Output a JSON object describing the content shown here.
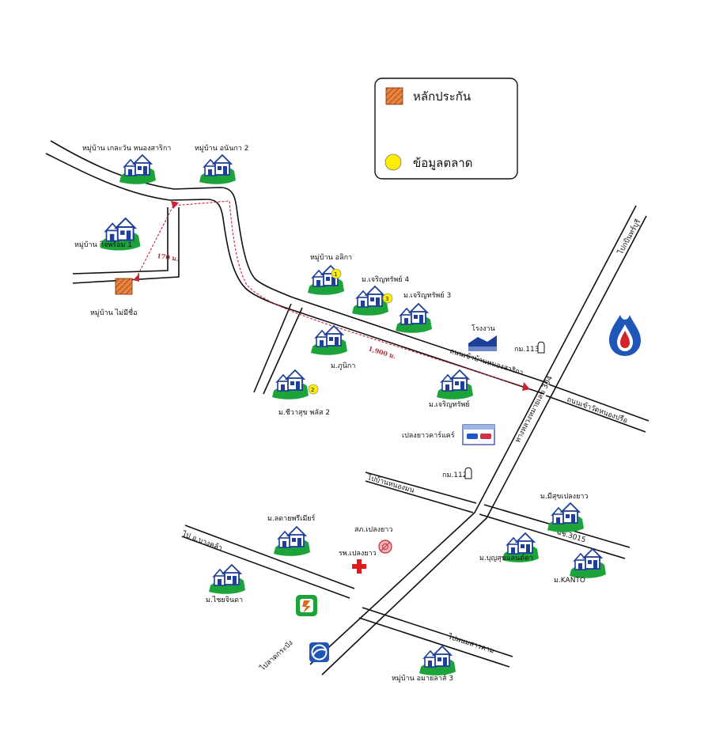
{
  "legend": {
    "collateral": "หลักประกัน",
    "market_data": "ข้อมูลตลาด"
  },
  "colors": {
    "collateral": "#e07a3a",
    "market_point": "#ffee00",
    "house_blue": "#1e3f9a",
    "house_green": "#1ca43a",
    "route": "#cc2233"
  },
  "distances": {
    "short": "170 ม.",
    "long": "1,900 ม."
  },
  "villages": {
    "kaewan": "หมู่บ้าน เกละวัน หนองสาริกา",
    "anantha2": "หมู่บ้าน อนันกา 2",
    "kitprom1": "หมู่บ้าน กิจพร้อม 1",
    "nonamed": "หมู่บ้าน ไม่มีชื่อ",
    "alika": "หมู่บ้าน อลิกา",
    "charoensap4": "ม.เจริญทรัพย์ 4",
    "charoensap3": "ม.เจริญทรัพย์ 3",
    "phunika": "ม.ภูนิกา",
    "chiwasuk": "ม.ชีวาสุข พลัส 2",
    "charoensap": "ม.เจริญทรัพย์",
    "laddawan": "ม.ลดายพรีเมียร์",
    "chaichinda": "ม.ไชยจินดา",
    "meesuk": "ม.มีสุขเปลงยาว",
    "bunsuk": "ม.บุญสุขแลนด์ดา",
    "kanto": "ม.KANTO",
    "amayar3": "หมู่บ้าน อมายลาส์ 3"
  },
  "places": {
    "factory": "โรงงาน",
    "km113": "กม.113",
    "km112": "กม.112",
    "carcare": "เปลงยาวคาร์แคร์",
    "police": "สภ.เปลงยาว",
    "hospital": "รพ.เปลงยาว"
  },
  "roads": {
    "to_kabinburi": "ไปกบินทร์บุรี",
    "road_nongsarika": "ถนนเข้าบ้านหนองสาริกา",
    "highway_number": "ทางหลวงหมายเลข 304",
    "road_to_wangpla": "ถนนเข้าวัดหนองปรือ",
    "to_ban_nongmon": "ไปบ้านหนองมน",
    "to_bangkla": "ไป อ.บางคล้า",
    "cho_cho": "ฉช.3015",
    "to_phanom": "ไปพนมสารคาม",
    "to_latkrabang": "ไปลาดกระบัง"
  },
  "market_points": [
    "1",
    "2",
    "3"
  ],
  "icons": [
    "house-icon",
    "factory-icon",
    "km-marker-icon",
    "carcare-icon",
    "police-icon",
    "hospital-cross-icon",
    "ptt-logo-icon",
    "pea-logo-icon",
    "bank-logo-icon"
  ]
}
